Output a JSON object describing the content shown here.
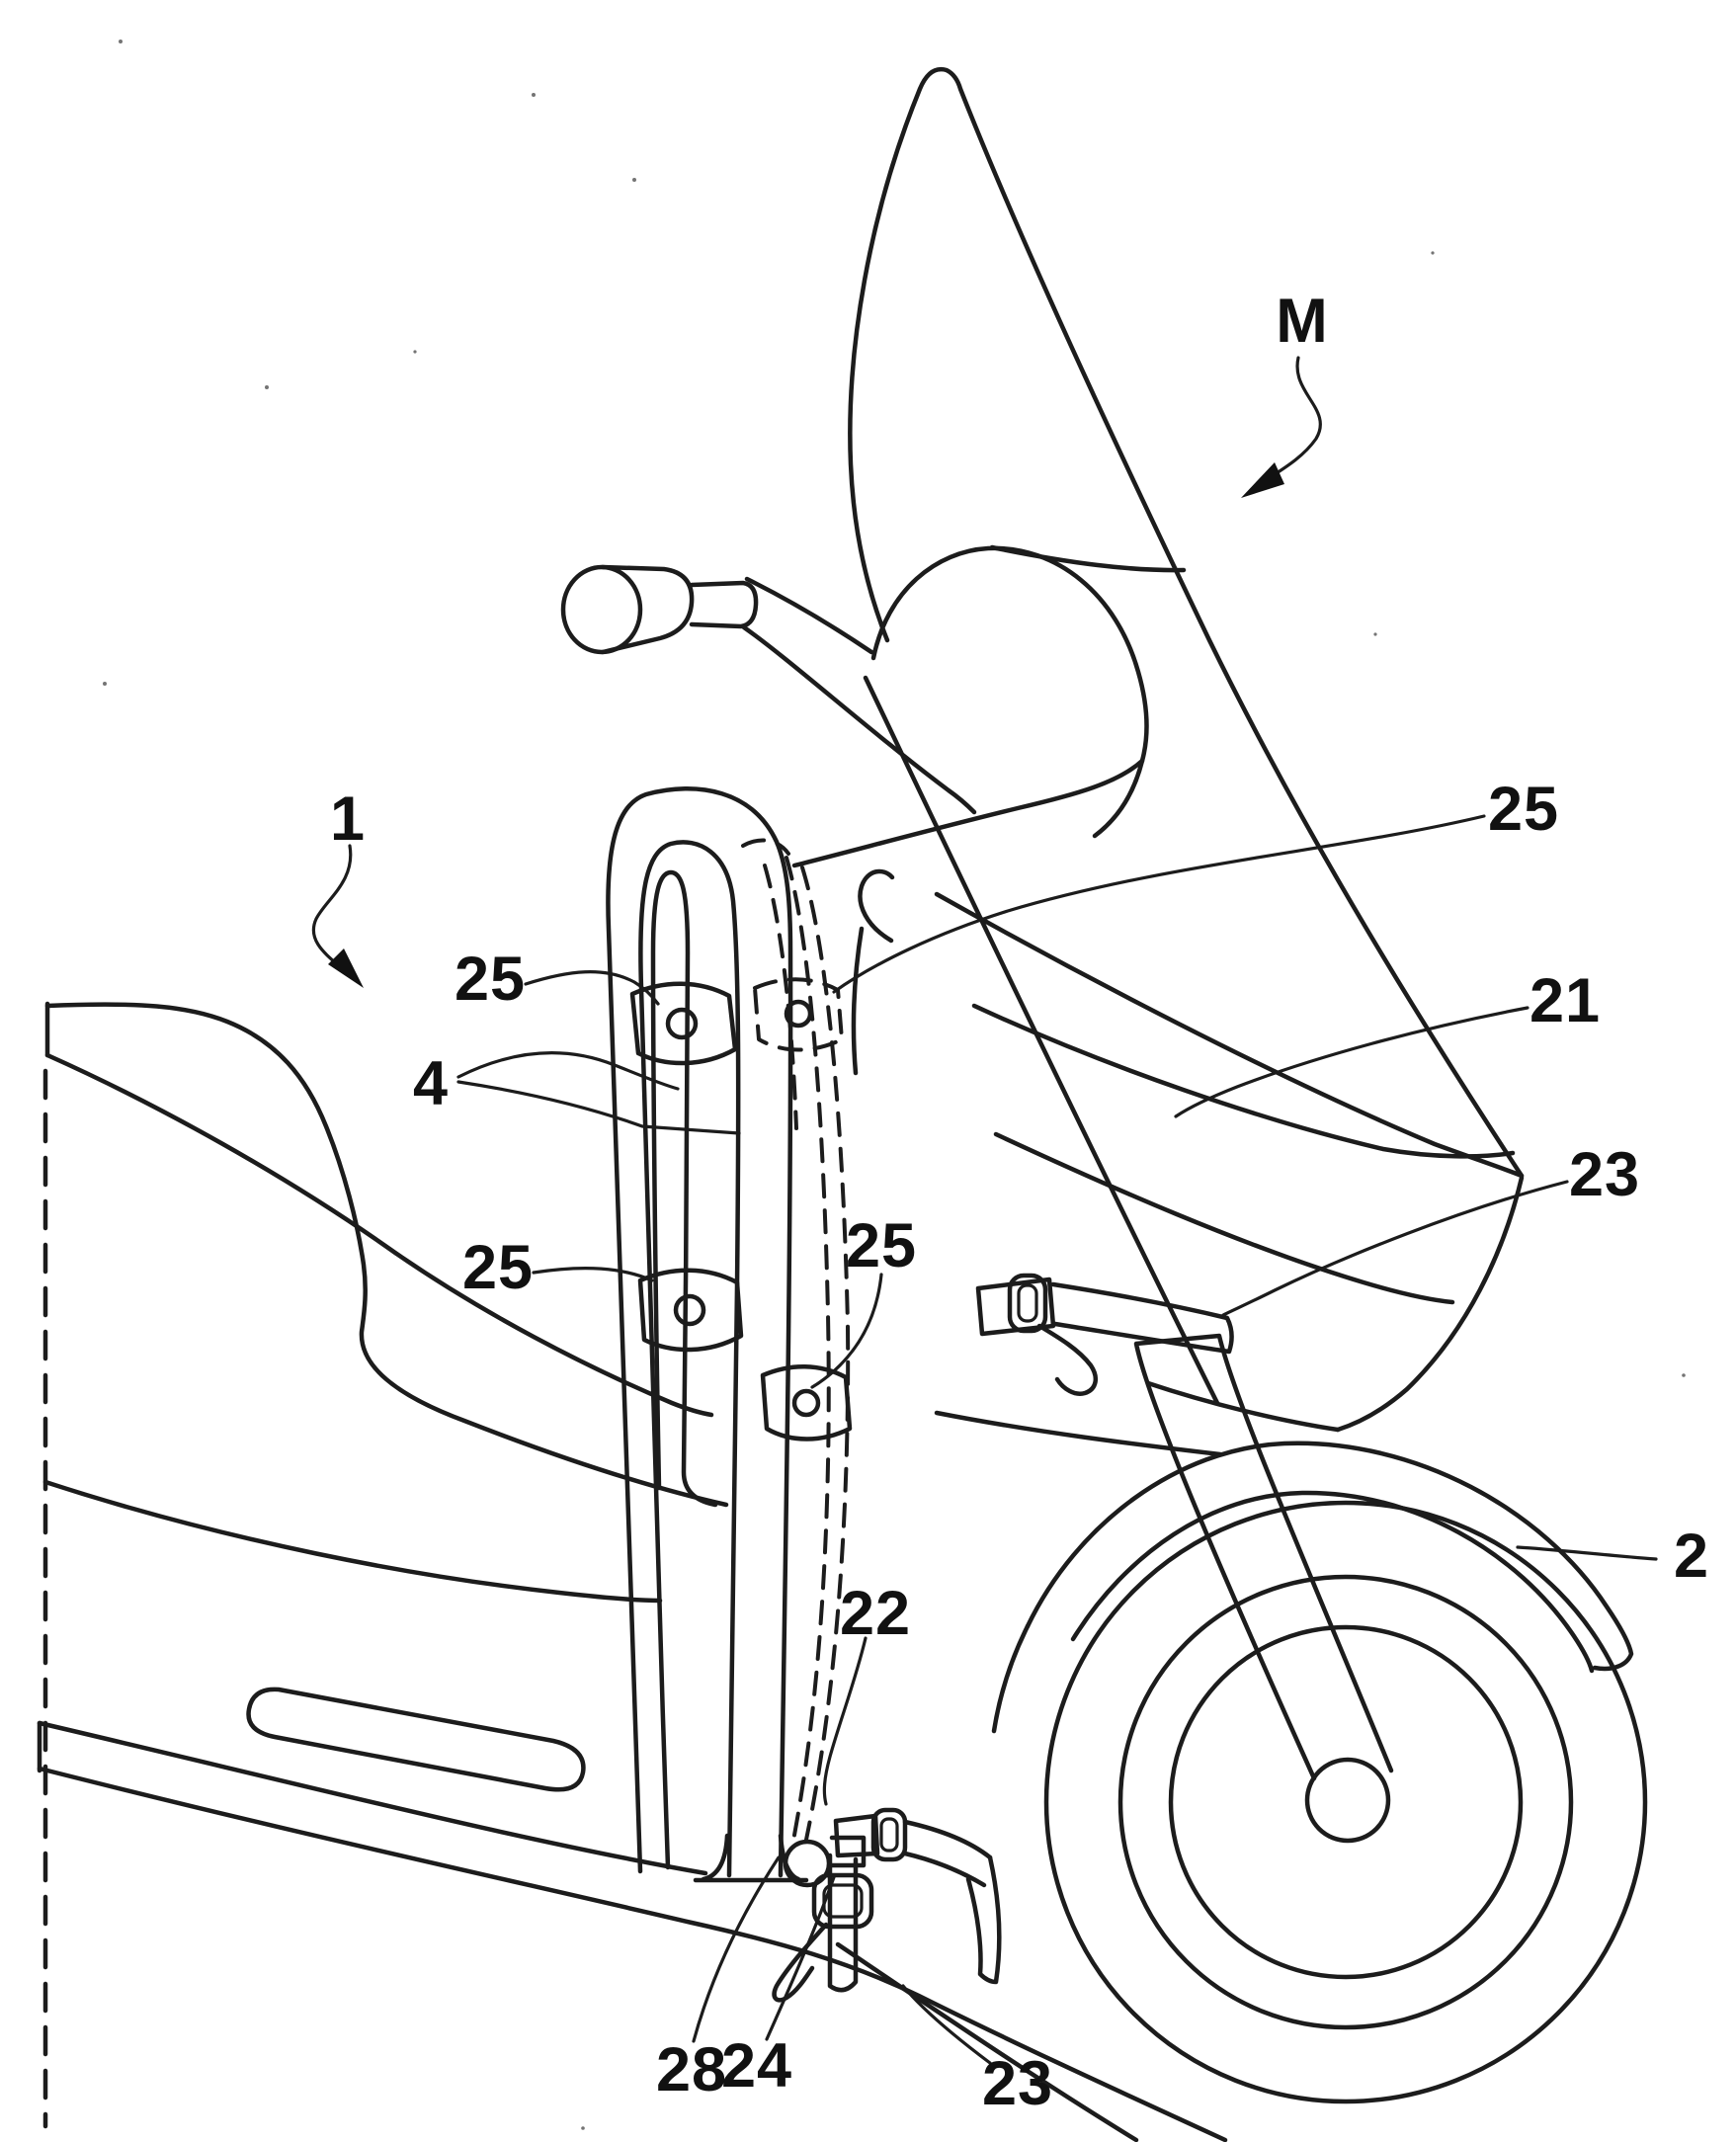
{
  "figure": {
    "background_color": "#ffffff",
    "ink_color": "#1c1c1c",
    "labels": {
      "m": {
        "text": "M"
      },
      "assembly": {
        "text": "1"
      },
      "guide_top_right": {
        "text": "25"
      },
      "bar": {
        "text": "21"
      },
      "strap_upper": {
        "text": "23"
      },
      "vehicle": {
        "text": "2"
      },
      "guide_upper_left": {
        "text": "25"
      },
      "frame": {
        "text": "4"
      },
      "guide_lower_left": {
        "text": "25"
      },
      "guide_middle": {
        "text": "25"
      },
      "tube": {
        "text": "22"
      },
      "foot": {
        "text": "28"
      },
      "knob": {
        "text": "24"
      },
      "strap_lower": {
        "text": "23"
      }
    }
  }
}
